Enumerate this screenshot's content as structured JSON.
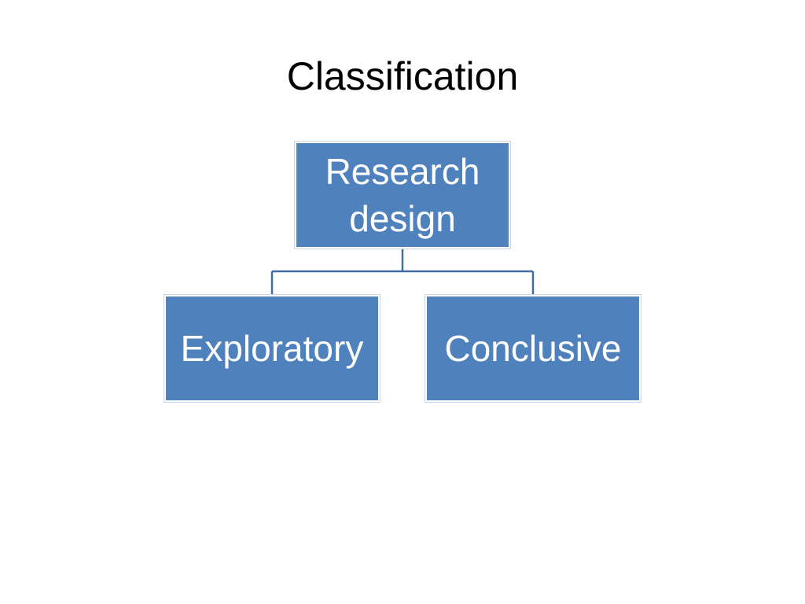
{
  "slide": {
    "title": "Classification"
  },
  "diagram": {
    "root": {
      "label": "Research design"
    },
    "children": [
      {
        "label": "Exploratory"
      },
      {
        "label": "Conclusive"
      }
    ],
    "colors": {
      "node_fill": "#4f81bd",
      "connector": "#3f6fa6",
      "node_text": "#ffffff"
    }
  }
}
